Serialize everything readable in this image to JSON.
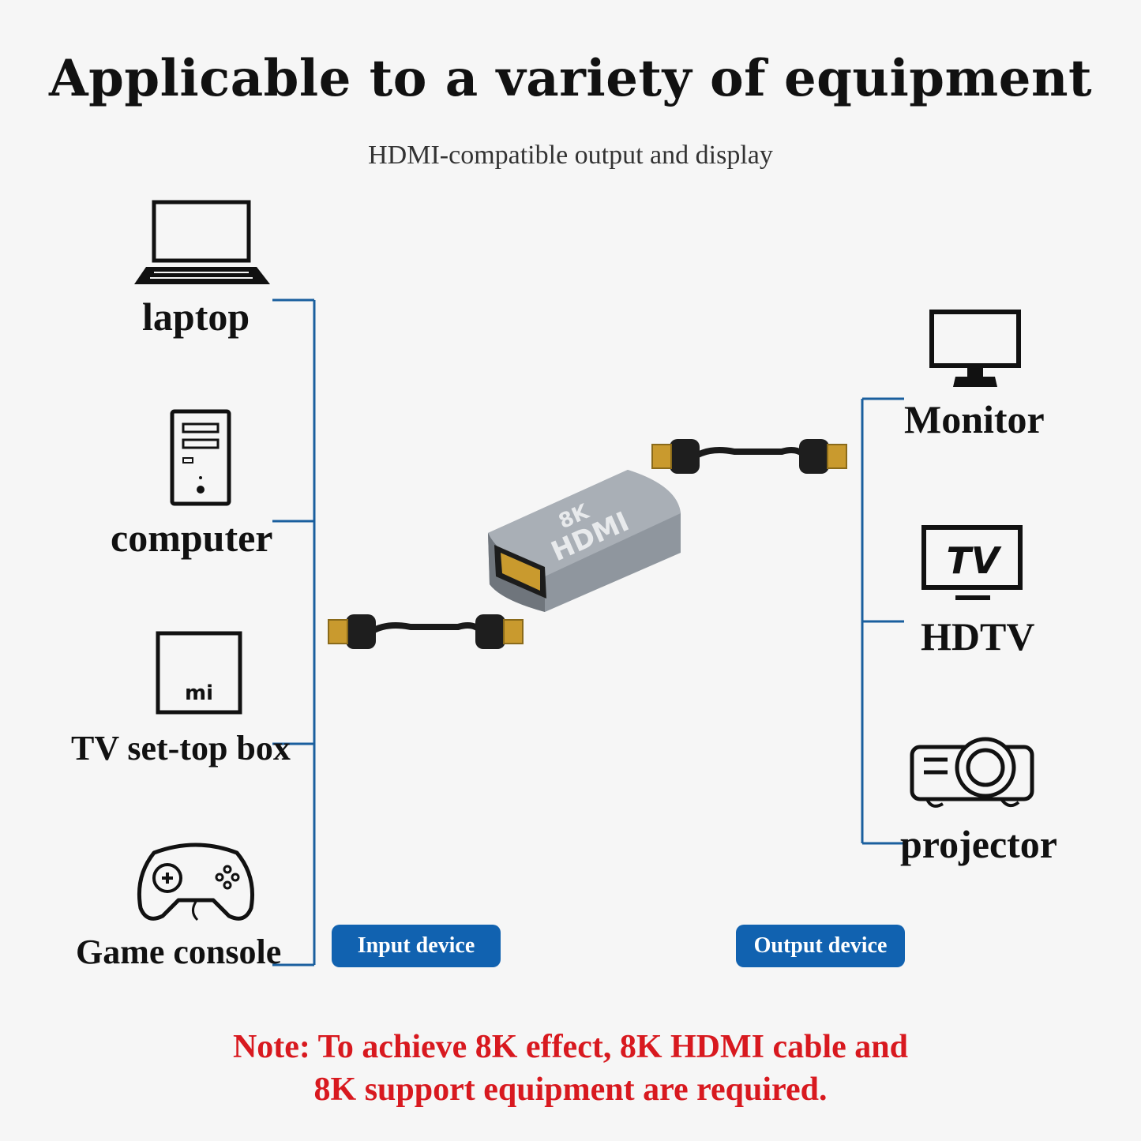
{
  "title": "Applicable to a variety of equipment",
  "subtitle": "HDMI-compatible output and display",
  "input_devices": [
    {
      "label": "laptop",
      "icon": "laptop-icon"
    },
    {
      "label": "computer",
      "icon": "desktop-tower-icon"
    },
    {
      "label": "TV set-top box",
      "icon": "set-top-box-icon"
    },
    {
      "label": "Game console",
      "icon": "gamepad-icon"
    }
  ],
  "output_devices": [
    {
      "label": "Monitor",
      "icon": "monitor-icon"
    },
    {
      "label": "HDTV",
      "icon": "tv-icon"
    },
    {
      "label": "projector",
      "icon": "projector-icon"
    }
  ],
  "icon_text": {
    "set_top_box": "mi",
    "tv": "TV"
  },
  "adapter": {
    "line1": "8K",
    "line2": "HDMI"
  },
  "badges": {
    "input": "Input device",
    "output": "Output device"
  },
  "note": {
    "line1": "Note: To achieve 8K effect, 8K HDMI cable and",
    "line2": "8K support equipment are required."
  },
  "colors": {
    "bracket": "#1a5f9e",
    "badge": "#1162b0",
    "note": "#d8191f"
  }
}
